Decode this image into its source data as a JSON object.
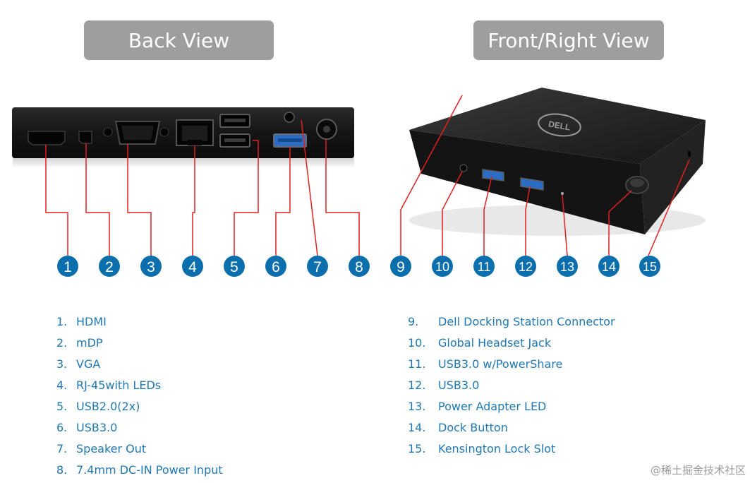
{
  "views": {
    "back": "Back View",
    "front": "Front/Right View"
  },
  "device": {
    "logo": "DELL"
  },
  "callouts": [
    "1",
    "2",
    "3",
    "4",
    "5",
    "6",
    "7",
    "8",
    "9",
    "10",
    "11",
    "12",
    "13",
    "14",
    "15"
  ],
  "legend": {
    "left": [
      {
        "num": "1.",
        "label": "HDMI"
      },
      {
        "num": "2.",
        "label": "mDP"
      },
      {
        "num": "3.",
        "label": "VGA"
      },
      {
        "num": "4.",
        "label": "RJ-45with LEDs"
      },
      {
        "num": "5.",
        "label": "USB2.0(2x)"
      },
      {
        "num": "6.",
        "label": "USB3.0"
      },
      {
        "num": "7.",
        "label": "Speaker Out"
      },
      {
        "num": "8.",
        "label": "7.4mm DC-IN Power Input"
      }
    ],
    "right": [
      {
        "num": "9.",
        "label": "Dell Docking Station Connector"
      },
      {
        "num": "10.",
        "label": "Global Headset Jack"
      },
      {
        "num": "11.",
        "label": "USB3.0 w/PowerShare"
      },
      {
        "num": "12.",
        "label": "USB3.0"
      },
      {
        "num": "13.",
        "label": "Power Adapter LED"
      },
      {
        "num": "14.",
        "label": "Dock Button"
      },
      {
        "num": "15.",
        "label": "Kensington Lock Slot"
      }
    ]
  },
  "watermark": "@稀土掘金技术社区",
  "colors": {
    "callout_fill": "#0b6fae",
    "leader_line": "#e02020",
    "legend_text": "#1f78b4",
    "header_bg": "#9e9e9e",
    "device_body": "#1e1e1e"
  }
}
